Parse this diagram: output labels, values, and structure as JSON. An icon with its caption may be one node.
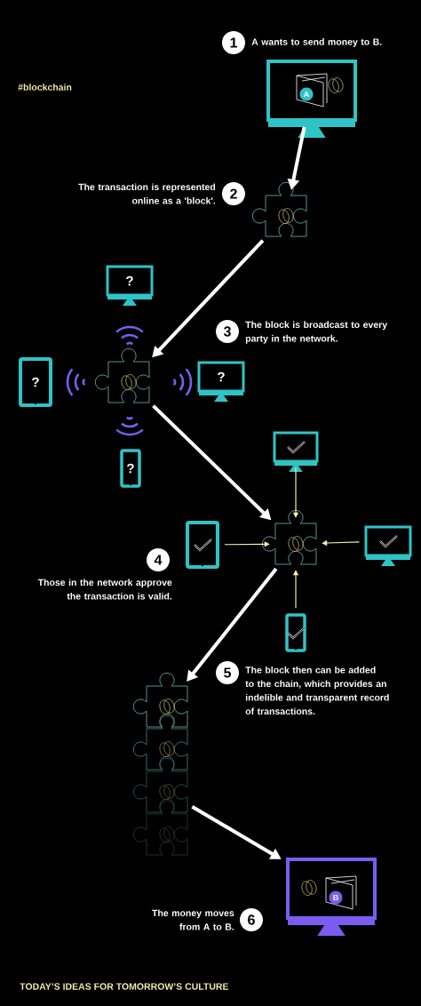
{
  "diagram": {
    "nodes": [
      {
        "text": [
          "A"
        ],
        "beside": [
          "1",
          "A wants to send money to B."
        ]
      },
      {
        "text": [],
        "shape": "puzzle",
        "beside": [
          "2",
          "The transaction is represented online as a 'block'."
        ]
      },
      {
        "text": [],
        "shape": "puzzle",
        "beside": [
          "3",
          "The block is broadcast to every party in the network."
        ]
      },
      {
        "text": [
          "?"
        ]
      },
      {
        "text": [
          "?"
        ]
      },
      {
        "text": [
          "?"
        ]
      },
      {
        "text": [
          "?"
        ]
      },
      {
        "text": [],
        "shape": "puzzle",
        "beside": [
          "4",
          "Those in the network approve the transaction is valid."
        ]
      },
      {
        "text": [],
        "shape": "monitor"
      },
      {
        "text": [],
        "shape": "tablet"
      },
      {
        "text": [],
        "shape": "monitor"
      },
      {
        "text": [],
        "shape": "phone"
      },
      {
        "text": [],
        "shape": "puzzle",
        "beside": [
          "5",
          "The block then can be added to the chain, which provides an indelible and transparent record of transactions."
        ]
      },
      {
        "text": [],
        "shape": "puzzle"
      },
      {
        "text": [],
        "shape": "puzzle"
      },
      {
        "text": [],
        "shape": "puzzle"
      },
      {
        "text": [
          "B"
        ],
        "beside": [
          "6",
          "The money moves from A to B."
        ]
      }
    ],
    "edges": [
      {
        "from": 0,
        "to": 1,
        "arrow": "to"
      },
      {
        "from": 1,
        "to": 2,
        "arrow": "to"
      },
      {
        "from": 2,
        "to": 7,
        "arrow": "to"
      },
      {
        "from": 8,
        "to": 7,
        "arrow": "to",
        "color": "#f5eeae"
      },
      {
        "from": 9,
        "to": 7,
        "arrow": "to",
        "color": "#f5eeae"
      },
      {
        "from": 10,
        "to": 7,
        "arrow": "to",
        "color": "#f5eeae"
      },
      {
        "from": 11,
        "to": 7,
        "arrow": "to",
        "color": "#f5eeae"
      },
      {
        "from": 7,
        "to": 12,
        "arrow": "to"
      },
      {
        "from": 14,
        "to": 16,
        "arrow": "to"
      }
    ],
    "labels": [
      "#blockchain",
      "TODAY’S IDEAS FOR TOMORROW’S CULTURE"
    ]
  }
}
